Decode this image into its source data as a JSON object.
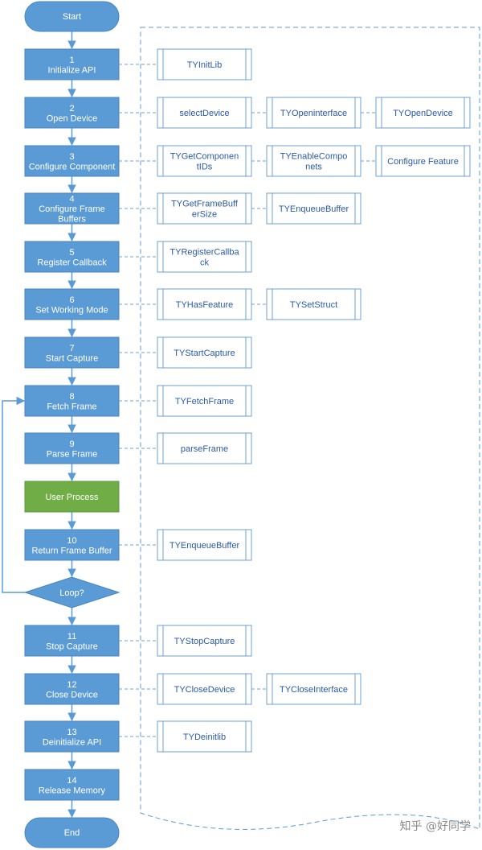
{
  "colors": {
    "step_fill": "#5b9bd5",
    "step_stroke": "#4a86bf",
    "process_fill": "#70ad47",
    "api_stroke": "#6fa0cf",
    "connector": "#5b9bd5"
  },
  "start_label": "Start",
  "end_label": "End",
  "user_process_label": "User Process",
  "loop_label": "Loop?",
  "steps": [
    {
      "num": "1",
      "lines": [
        "Initialize API"
      ],
      "apis": [
        [
          "TYInitLib"
        ]
      ]
    },
    {
      "num": "2",
      "lines": [
        "Open Device"
      ],
      "apis": [
        [
          "selectDevice"
        ],
        [
          "TYOpeninterface"
        ],
        [
          "TYOpenDevice"
        ]
      ]
    },
    {
      "num": "3",
      "lines": [
        "Configure Component"
      ],
      "apis": [
        [
          "TYGetComponen",
          "tIDs"
        ],
        [
          "TYEnableCompo",
          "nets"
        ],
        [
          "Configure Feature"
        ]
      ]
    },
    {
      "num": "4",
      "lines": [
        "Configure Frame",
        "Buffers"
      ],
      "apis": [
        [
          "TYGetFrameBuff",
          "erSize"
        ],
        [
          "TYEnqueueBuffer"
        ]
      ]
    },
    {
      "num": "5",
      "lines": [
        "Register Callback"
      ],
      "apis": [
        [
          "TYRegisterCallba",
          "ck"
        ]
      ]
    },
    {
      "num": "6",
      "lines": [
        "Set Working Mode"
      ],
      "apis": [
        [
          "TYHasFeature"
        ],
        [
          "TYSetStruct"
        ]
      ]
    },
    {
      "num": "7",
      "lines": [
        "Start Capture"
      ],
      "apis": [
        [
          "TYStartCapture"
        ]
      ]
    },
    {
      "num": "8",
      "lines": [
        "Fetch Frame"
      ],
      "apis": [
        [
          "TYFetchFrame"
        ]
      ]
    },
    {
      "num": "9",
      "lines": [
        "Parse Frame"
      ],
      "apis": [
        [
          "parseFrame"
        ]
      ]
    },
    {
      "num": "10",
      "lines": [
        "Return Frame Buffer"
      ],
      "apis": [
        [
          "TYEnqueueBuffer"
        ]
      ]
    },
    {
      "num": "11",
      "lines": [
        "Stop Capture"
      ],
      "apis": [
        [
          "TYStopCapture"
        ]
      ]
    },
    {
      "num": "12",
      "lines": [
        "Close Device"
      ],
      "apis": [
        [
          "TYCloseDevice"
        ],
        [
          "TYCloseInterface"
        ]
      ]
    },
    {
      "num": "13",
      "lines": [
        "Deinitialize API"
      ],
      "apis": [
        [
          "TYDeinitlib"
        ]
      ]
    },
    {
      "num": "14",
      "lines": [
        "Release Memory"
      ],
      "apis": []
    }
  ],
  "watermark": "知乎 @好同学"
}
